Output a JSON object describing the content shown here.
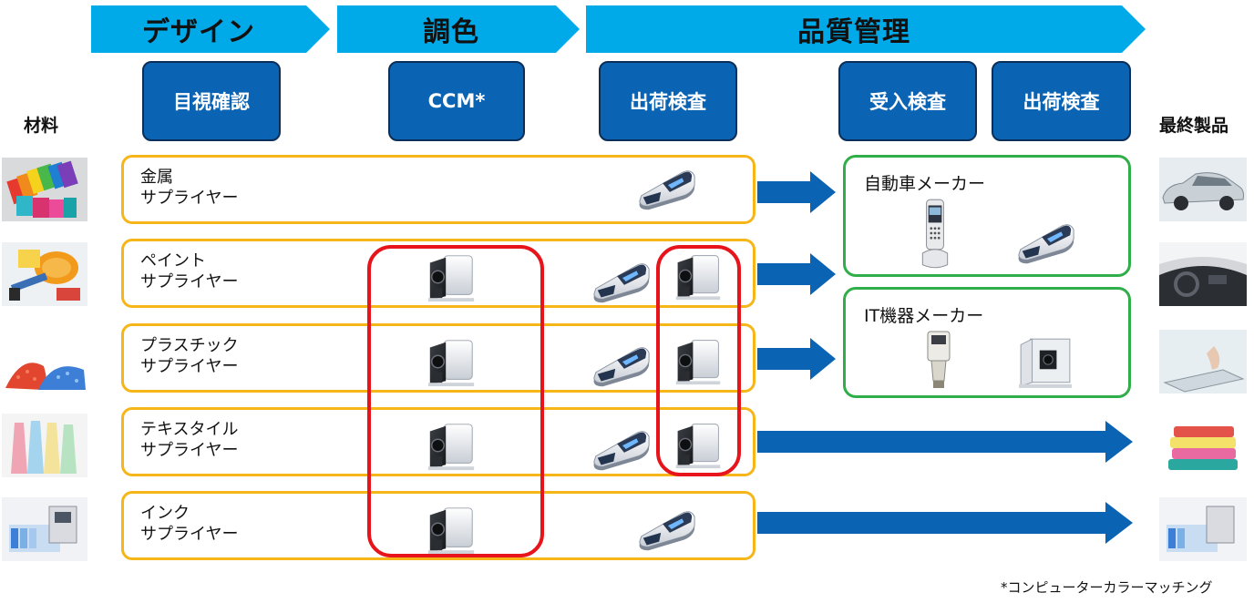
{
  "phases": [
    {
      "label": "デザイン"
    },
    {
      "label": "調色"
    },
    {
      "label": "品質管理"
    }
  ],
  "stages": [
    {
      "label": "目視確認"
    },
    {
      "label": "CCM*"
    },
    {
      "label": "出荷検査"
    },
    {
      "label": "受入検査"
    },
    {
      "label": "出荷検査"
    }
  ],
  "left_header": "材料",
  "right_header": "最終製品",
  "suppliers": [
    {
      "label": "金属\nサプライヤー"
    },
    {
      "label": "ペイント\nサプライヤー"
    },
    {
      "label": "プラスチック\nサプライヤー"
    },
    {
      "label": "テキスタイル\nサプライヤー"
    },
    {
      "label": "インク\nサプライヤー"
    }
  ],
  "makers": [
    {
      "label": "自動車メーカー"
    },
    {
      "label": "IT機器メーカー"
    }
  ],
  "footnote": "*コンピューターカラーマッチング",
  "colors": {
    "chevron": "#00a9e8",
    "stage": "#0b64b3",
    "row_border": "#f6b619",
    "red_group": "#e8141b",
    "maker_border": "#2fae49",
    "flow_arrow": "#0b63b3"
  },
  "icons": {
    "portable_spectro": "handheld-spectrophotometer-icon",
    "bench_spectro": "benchtop-spectrophotometer-icon",
    "pen_spectro": "handheld-tower-spectrophotometer-icon",
    "sphere_spectro": "sphere-spectrophotometer-icon"
  }
}
